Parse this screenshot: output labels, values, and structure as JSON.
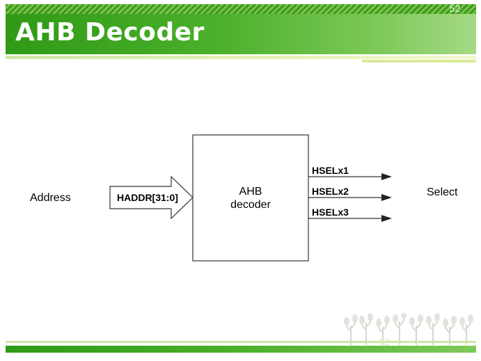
{
  "slide": {
    "title": "AHB Decoder",
    "page_number": "52"
  },
  "diagram": {
    "input_label": "Address",
    "bus_label": "HADDR[31:0]",
    "block_label_line1": "AHB",
    "block_label_line2": "decoder",
    "outputs": [
      "HSELx1",
      "HSELx2",
      "HSELx3"
    ],
    "output_label": "Select"
  },
  "colors": {
    "accent_green": "#3a9a1e",
    "light_green": "#a6da86"
  }
}
